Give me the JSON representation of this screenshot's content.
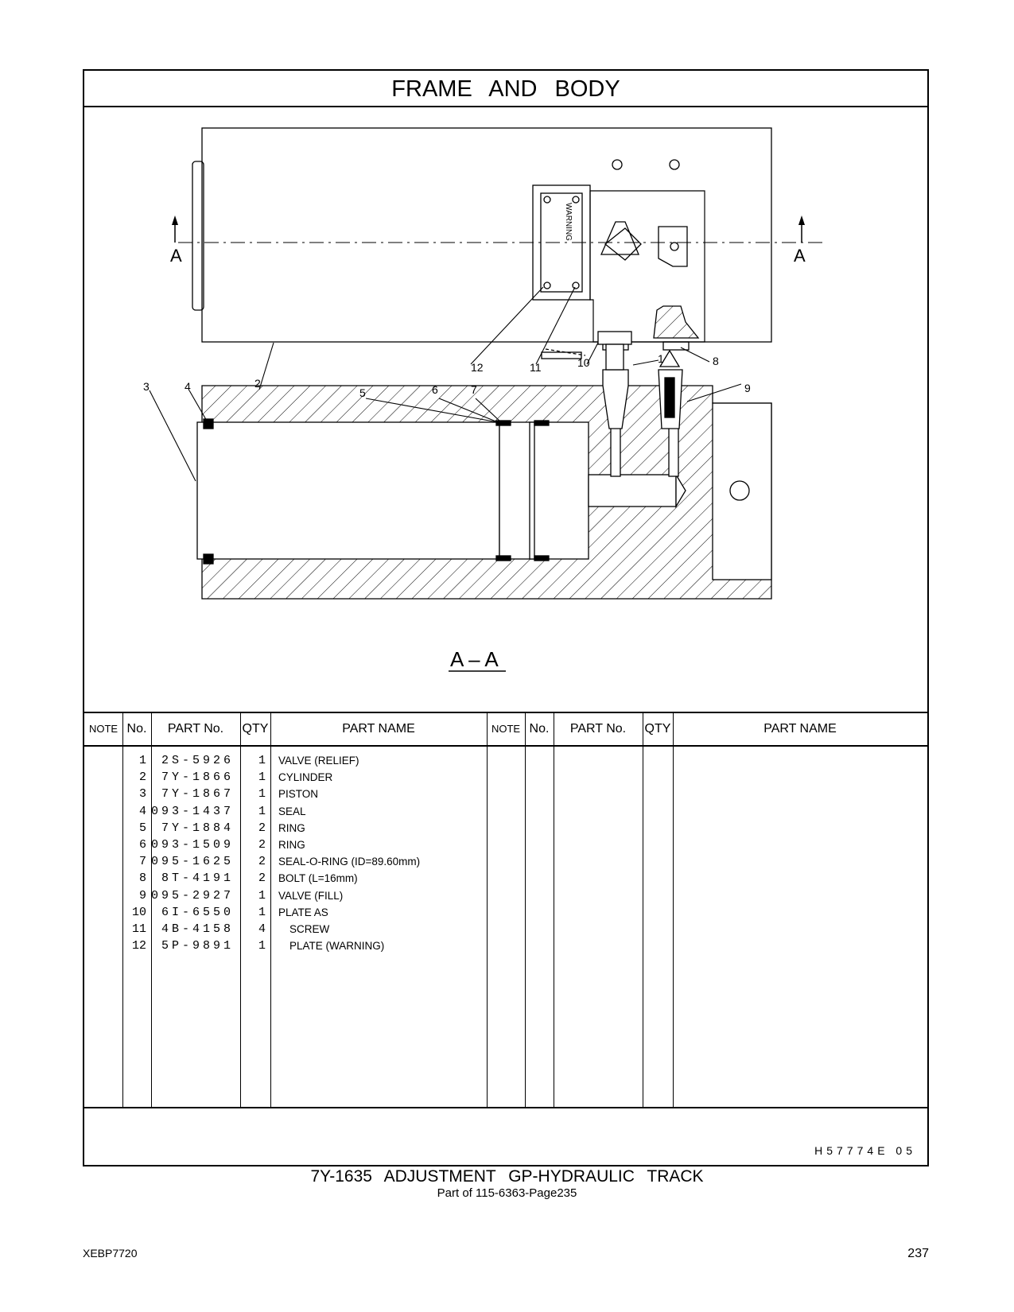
{
  "header": {
    "title": "FRAME   AND   BODY"
  },
  "drawing": {
    "section_marker_left": "A",
    "section_marker_right": "A",
    "section_label": "A – A",
    "warning_label": "WARNING",
    "callouts": [
      "1",
      "2",
      "3",
      "4",
      "5",
      "6",
      "7",
      "8",
      "9",
      "10",
      "11",
      "12"
    ]
  },
  "table": {
    "columns": [
      "NOTE",
      "No.",
      "PART No.",
      "QTY",
      "PART NAME"
    ],
    "rows": [
      {
        "no": "1",
        "part_no": "2S-5926",
        "qty": "1",
        "name": "VALVE (RELIEF)"
      },
      {
        "no": "2",
        "part_no": "7Y-1866",
        "qty": "1",
        "name": "CYLINDER"
      },
      {
        "no": "3",
        "part_no": "7Y-1867",
        "qty": "1",
        "name": "PISTON"
      },
      {
        "no": "4",
        "part_no": "093-1437",
        "qty": "1",
        "name": "SEAL"
      },
      {
        "no": "5",
        "part_no": "7Y-1884",
        "qty": "2",
        "name": "RING"
      },
      {
        "no": "6",
        "part_no": "093-1509",
        "qty": "2",
        "name": "RING"
      },
      {
        "no": "7",
        "part_no": "095-1625",
        "qty": "2",
        "name": "SEAL-O-RING (ID=89.60mm)"
      },
      {
        "no": "8",
        "part_no": "8T-4191",
        "qty": "2",
        "name": "BOLT (L=16mm)"
      },
      {
        "no": "9",
        "part_no": "095-2927",
        "qty": "1",
        "name": "VALVE (FILL)"
      },
      {
        "no": "10",
        "part_no": "6I-6550",
        "qty": "1",
        "name": "PLATE  AS"
      },
      {
        "no": "11",
        "part_no": "4B-4158",
        "qty": "4",
        "name": "SCREW"
      },
      {
        "no": "12",
        "part_no": "5P-9891",
        "qty": "1",
        "name": "PLATE (WARNING)"
      }
    ]
  },
  "footer": {
    "doc_code": "H57774E   05",
    "assembly_title": "7Y-1635   ADJUSTMENT  GP-HYDRAULIC  TRACK",
    "assembly_ref": "Part of 115-6363-Page235",
    "publication": "XEBP7720",
    "page_number": "237"
  }
}
